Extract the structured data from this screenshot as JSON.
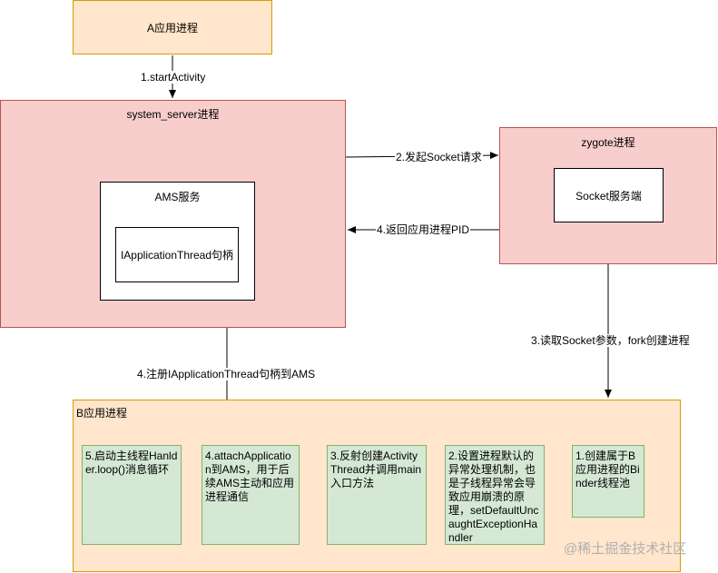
{
  "nodes": {
    "app_a": "A应用进程",
    "system_server": "system_server进程",
    "ams": "AMS服务",
    "iapp_thread": "IApplicationThread句柄",
    "zygote": "zygote进程",
    "socket_server": "Socket服务端",
    "app_b": "B应用进程"
  },
  "b_steps": [
    "5.启动主线程Hanlder.loop()消息循环",
    "4.attachApplication到AMS，用于后续AMS主动和应用进程通信",
    "3.反射创建ActivityThread并调用main入口方法",
    "2.设置进程默认的异常处理机制，也是子线程异常会导致应用崩溃的原理，setDefaultUncaughtExceptionHandler",
    "1.创建属于B应用进程的Binder线程池"
  ],
  "edges": {
    "start_activity": "1.startActivity",
    "socket_request": "2.发起Socket请求",
    "return_pid": "4.返回应用进程PID",
    "read_socket": "3.读取Socket参数，fork创建进程",
    "register": "4.注册IApplicationThread句柄到AMS"
  },
  "watermark": "@稀土掘金技术社区"
}
